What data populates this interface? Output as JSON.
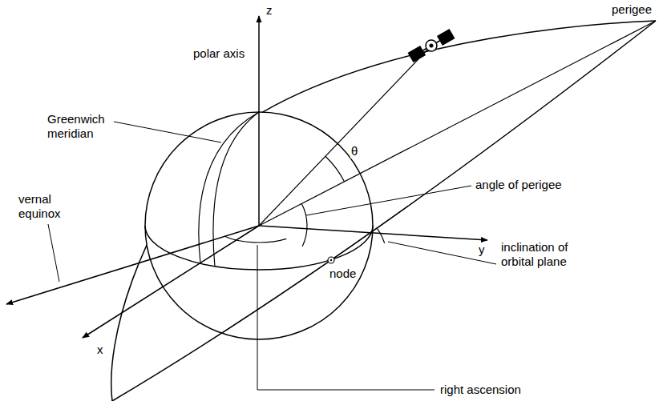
{
  "diagram": {
    "labels": [
      "z",
      "polar axis",
      "perigee",
      "Greenwich meridian",
      "θ",
      "vernal equinox",
      "angle of perigee",
      "y",
      "inclination of orbital plane",
      "x",
      "node",
      "right ascension"
    ]
  }
}
